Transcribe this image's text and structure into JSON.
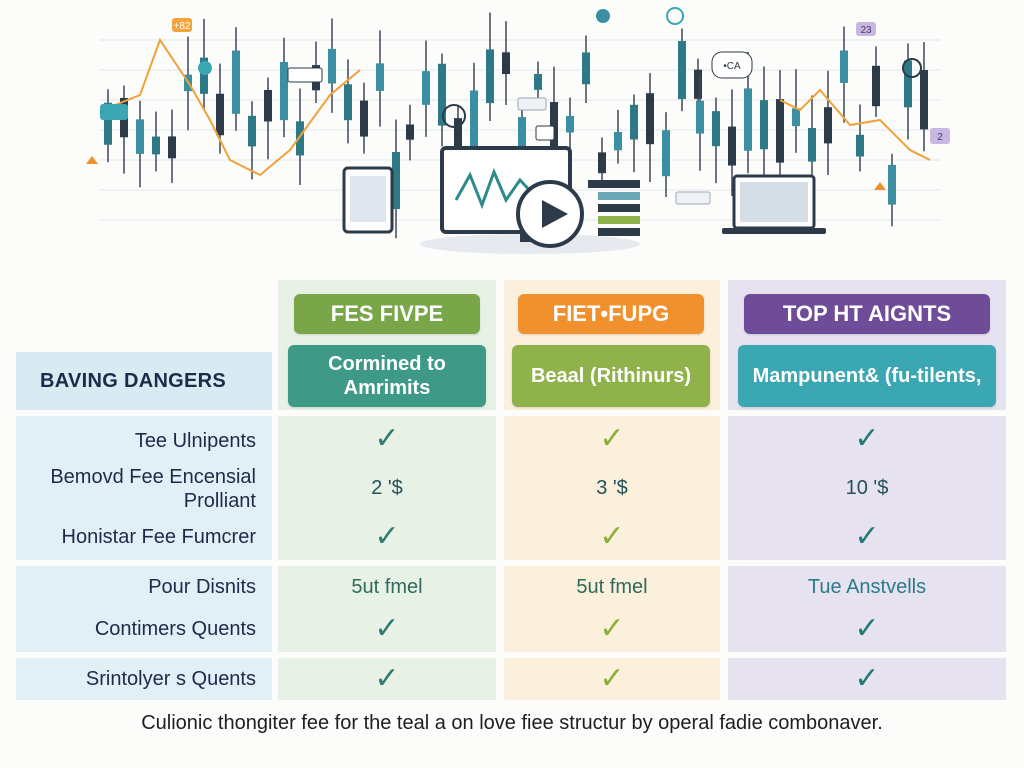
{
  "hero": {
    "badges": [
      "+82",
      "23",
      "2",
      "•CA"
    ]
  },
  "colors": {
    "green": "#7aa64a",
    "orange": "#f0912e",
    "purple": "#6f4c97",
    "teal_pill": "#3e9a86",
    "olive_pill": "#8fb24a",
    "cyan_pill": "#3aa7b3",
    "check_green": "#2f7d72",
    "check_olive": "#8ab03a",
    "check_teal": "#217a7a"
  },
  "table": {
    "corner_label": "BAVING DANGERS",
    "columns": [
      {
        "header": "FES FIVPE",
        "subheader": "Cormined to Amrimits"
      },
      {
        "header": "FIET•FUPG",
        "subheader": "Beaal (Rithinurs)"
      },
      {
        "header": "TOP HT AIGNTS",
        "subheader": "Mampunent& (fu-tilents,"
      }
    ],
    "rows": [
      {
        "label": "Tee Ulnipents",
        "values": [
          "✓",
          "✓",
          "✓"
        ]
      },
      {
        "label": "Bemovd Fee Encensial Prolliant",
        "values": [
          "2 '$",
          "3 '$",
          "10 '$"
        ]
      },
      {
        "label": "Honistar Fee Fumcrer",
        "values": [
          "✓",
          "✓",
          "✓"
        ]
      },
      {
        "label": "Pour Disnits",
        "values": [
          "5ut fmel",
          "5ut fmel",
          "Tue Anstvells"
        ]
      },
      {
        "label": "Contimers Quents",
        "values": [
          "✓",
          "✓",
          "✓"
        ]
      },
      {
        "label": "Srintolyer s Quents",
        "values": [
          "✓",
          "✓",
          "✓"
        ]
      }
    ]
  },
  "footer": "Culionic thongiter fee for the teal a on love fiee structur by operal fadie combonaver."
}
